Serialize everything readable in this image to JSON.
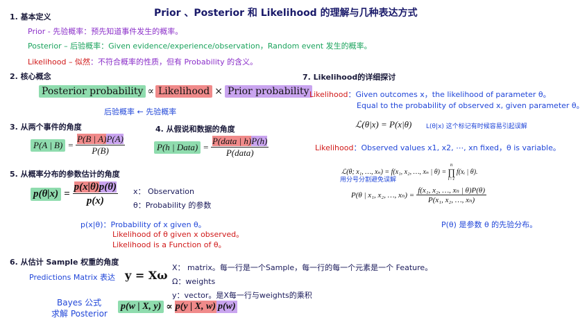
{
  "title": "Prior 、Posterior 和 Likelihood 的理解与几种表达方式",
  "s1": {
    "heading": "1. 基本定义",
    "prior": "Prior - 先验概率：预先知道事件发生的概率。",
    "posterior": "Posterior – 后验概率：Given evidence/experience/observation，Random event 发生的概率。",
    "likelihood_term": "Likelihood – 似然",
    "likelihood_rest": "：不符合概率的性质，但有 Probability 的含义。"
  },
  "s2": {
    "heading": "2. 核心概念",
    "posterior_box": "Posterior probability",
    "prop": "∝",
    "likelihood_box": "Likelihood",
    "times": "×",
    "prior_box": "Prior probability",
    "note": "后验概率 ← 先验概率"
  },
  "s3": {
    "heading": "3. 从两个事件的角度",
    "lhs": "P(A | B)",
    "eq": "=",
    "num_a": "P(B | A)",
    "num_b": "P(A)",
    "den": "P(B)"
  },
  "s4": {
    "heading": "4. 从假说和数据的角度",
    "lhs": "P(h | Data)",
    "eq": "=",
    "num_a": "P(data | h)",
    "num_b": "P(h)",
    "den": "P(data)"
  },
  "s5": {
    "heading": "5. 从概率分布的参数估计的角度",
    "lhs": "p(θ|x)",
    "eq": "=",
    "num_a": "p(x|θ)",
    "num_b": "p(θ)",
    "den": "p(x)",
    "x_note": "x： Observation",
    "theta_note": "θ：Probability 的参数",
    "line1": "p(x|θ)：Probability of x given θ。",
    "line2_term": "Likelihood",
    "line2_rest": " of θ given x observed。",
    "line3_term": "Likelihood",
    "line3_rest": " is a Function of θ。"
  },
  "s6": {
    "heading": "6. 从估计 Sample 权重的角度",
    "pred_label": "Predictions Matrix 表达",
    "pred_formula": "y = Xω",
    "x_desc": "X： matrix。每一行是一个Sample，每一行的每一个元素是一个 Feature。",
    "omega_desc": "Ω：weights",
    "y_desc": "y：vector。是X每一行与weights的乘积",
    "bayes1": "Bayes 公式",
    "bayes2": "求解 Posterior",
    "post": "p(w | X, y)",
    "prop": "∝",
    "lik": "p(y | X, w)",
    "prior": "p(w)"
  },
  "s7": {
    "heading": "7. Likelihood的详细探讨",
    "l1_term": "Likelihood",
    "l1_rest": "：Given outcomes x，the likelihood of parameter θ。",
    "l2": "Equal to the probability of observed x, given parameter θ。",
    "eq1": "ℒ(θ|x) = P(x|θ)",
    "eq1_note": "L(θ|x) 这个标记有时候容易引起误解",
    "l3_term": "Likelihood",
    "l3_rest": "：Observed values x1, x2, ⋯, xn fixed，θ is variable。",
    "eq2_lhs": "ℒ(θ; x₁, …, xₙ) = f(x₁, x₂, …, xₙ | θ) =",
    "eq2_prod_top": "n",
    "eq2_prod": "∏",
    "eq2_prod_bot": "i=1",
    "eq2_rhs": "f(xᵢ | θ).",
    "eq2_note": "用分号分割避免误解",
    "eq3_lhs": "P(θ | x₁, x₂, …, xₙ) =",
    "eq3_num": "f(x₁, x₂, …, xₙ | θ)P(θ)",
    "eq3_den": "P(x₁, x₂, …, xₙ)",
    "last": "P(θ) 是参数 θ 的先验分布。"
  }
}
